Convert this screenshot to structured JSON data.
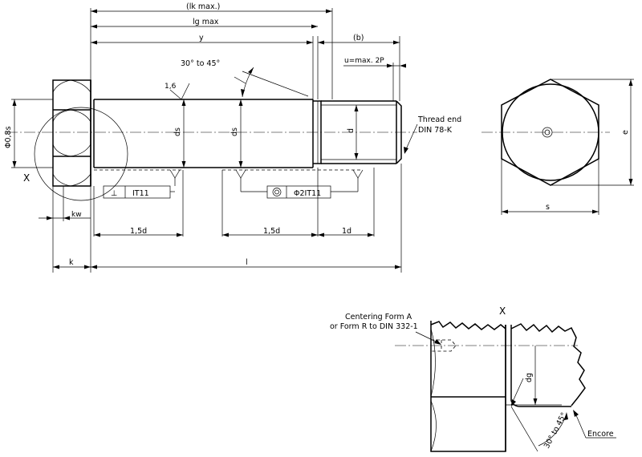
{
  "labels": {
    "lk_max": "(lk max.)",
    "lg_max": "lg max",
    "y": "y",
    "b": "(b)",
    "u": "u=max. 2P",
    "angle_top": "30° to 45°",
    "roughness": "1,6",
    "phi08s": "Φ0,8s",
    "ds1": "ds",
    "ds2": "ds",
    "d": "d",
    "thread_end_1": "Thread end",
    "thread_end_2": "DIN 78-K",
    "x_view": "X",
    "tol1_sym": "⊥",
    "tol1_val": "IT11",
    "tol2_sym": "◎",
    "tol2_val": "Φ2IT11",
    "kw": "kw",
    "dim_15d_a": "1,5d",
    "dim_15d_b": "1,5d",
    "dim_1d": "1d",
    "k": "k",
    "l": "l",
    "s": "s",
    "e": "e",
    "x_detail": "X",
    "centering_1": "Centering Form A",
    "centering_2": "or Form R to DIN 332-1",
    "dg": "dg",
    "angle_bottom": "30° to 45°",
    "encore": "Encore"
  }
}
